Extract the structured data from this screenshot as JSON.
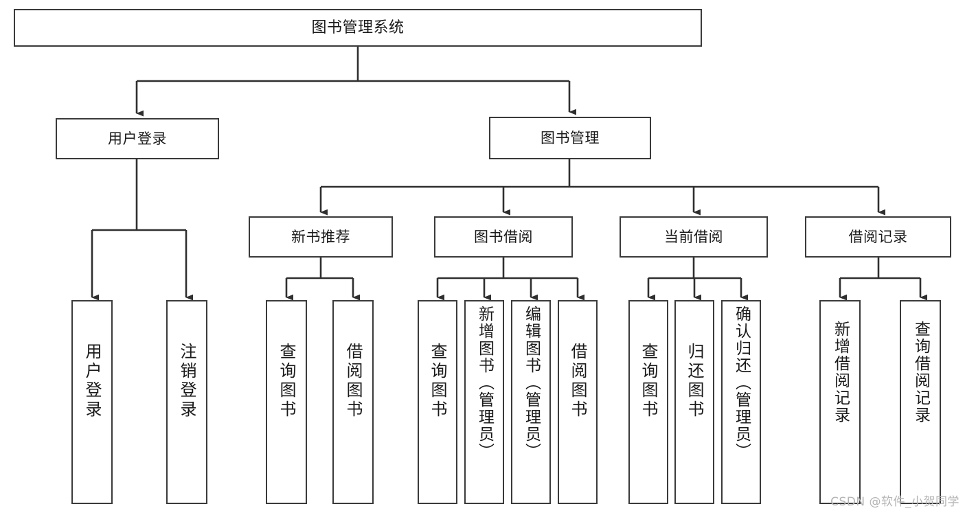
{
  "diagram": {
    "title": "图书管理系统",
    "type": "tree",
    "orientation": "top-down",
    "colors": {
      "node_border": "#3a3a3a",
      "node_fill": "#ffffff",
      "edge": "#2f2f2f",
      "text": "#1a1a1a",
      "watermark": "#b4b4b4",
      "background": "#ffffff"
    },
    "root": {
      "id": "root",
      "label": "图书管理系统"
    },
    "level1": [
      {
        "id": "user-login",
        "label": "用户登录"
      },
      {
        "id": "book-manage",
        "label": "图书管理"
      }
    ],
    "level2": [
      {
        "id": "new-book-rec",
        "label": "新书推荐",
        "parent": "book-manage"
      },
      {
        "id": "book-borrow",
        "label": "图书借阅",
        "parent": "book-manage"
      },
      {
        "id": "current-borrow",
        "label": "当前借阅",
        "parent": "book-manage"
      },
      {
        "id": "borrow-record",
        "label": "借阅记录",
        "parent": "book-manage"
      }
    ],
    "leaves": [
      {
        "id": "leaf-user-login",
        "label": "用户登录",
        "parent": "user-login"
      },
      {
        "id": "leaf-logout",
        "label": "注销登录",
        "parent": "user-login"
      },
      {
        "id": "leaf-query-book-1",
        "label": "查询图书",
        "parent": "new-book-rec"
      },
      {
        "id": "leaf-borrow-book-1",
        "label": "借阅图书",
        "parent": "new-book-rec"
      },
      {
        "id": "leaf-query-book-2",
        "label": "查询图书",
        "parent": "book-borrow"
      },
      {
        "id": "leaf-add-book",
        "label": "新增图书（管理员）",
        "parent": "book-borrow"
      },
      {
        "id": "leaf-edit-book",
        "label": "编辑图书（管理员）",
        "parent": "book-borrow"
      },
      {
        "id": "leaf-borrow-book-2",
        "label": "借阅图书",
        "parent": "book-borrow"
      },
      {
        "id": "leaf-query-book-3",
        "label": "查询图书",
        "parent": "current-borrow"
      },
      {
        "id": "leaf-return-book",
        "label": "归还图书",
        "parent": "current-borrow"
      },
      {
        "id": "leaf-confirm-return",
        "label": "确认归还（管理员）",
        "parent": "current-borrow"
      },
      {
        "id": "leaf-add-record",
        "label": "新增借阅记录",
        "parent": "borrow-record"
      },
      {
        "id": "leaf-query-record",
        "label": "查询借阅记录",
        "parent": "borrow-record"
      }
    ]
  },
  "watermark": {
    "text": "CSDN @软件_小贺同学"
  }
}
